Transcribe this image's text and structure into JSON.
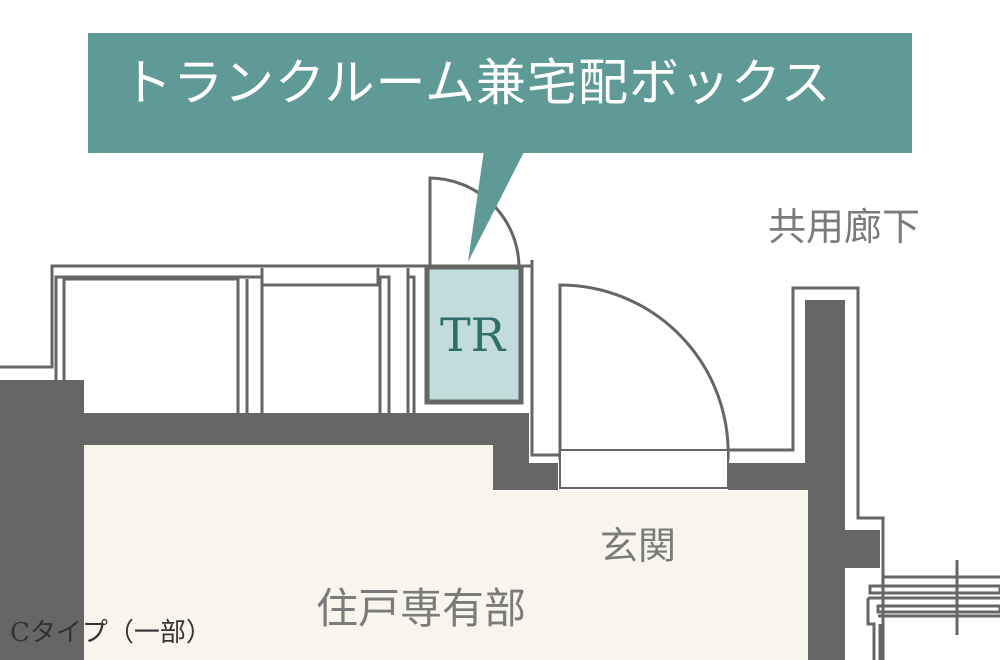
{
  "callout": {
    "title": "トランクルーム兼宅配ボックス",
    "bg_color": "#5f9a97",
    "text_color": "#ffffff"
  },
  "labels": {
    "trunk_room": "TR",
    "common_corridor": "共用廊下",
    "entrance": "玄関",
    "private_area": "住戸専有部",
    "unit_type": "Cタイプ（一部）"
  },
  "colors": {
    "wall": "#666666",
    "line": "#666666",
    "private_floor": "#f7f5ec",
    "trunk_room_fill": "#c2dbdb",
    "trunk_room_text": "#2f6f6a",
    "label_gray": "#7b7b7b"
  }
}
